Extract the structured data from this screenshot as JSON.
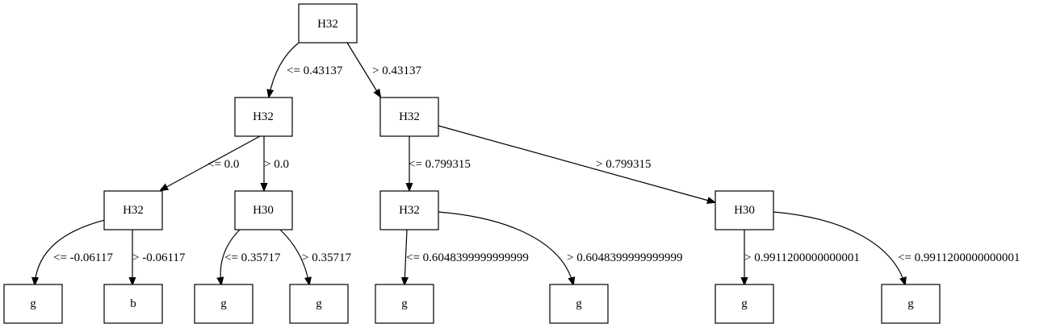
{
  "nodes": [
    {
      "id": "n0",
      "label": "H32"
    },
    {
      "id": "n1",
      "label": "H32"
    },
    {
      "id": "n2",
      "label": "H32"
    },
    {
      "id": "n3",
      "label": "H32"
    },
    {
      "id": "n4",
      "label": "H30"
    },
    {
      "id": "n5",
      "label": "H32"
    },
    {
      "id": "n6",
      "label": "H30"
    },
    {
      "id": "n7",
      "label": "g"
    },
    {
      "id": "n8",
      "label": "b"
    },
    {
      "id": "n9",
      "label": "g"
    },
    {
      "id": "n10",
      "label": "g"
    },
    {
      "id": "n11",
      "label": "g"
    },
    {
      "id": "n12",
      "label": "g"
    },
    {
      "id": "n13",
      "label": "g"
    },
    {
      "id": "n14",
      "label": "g"
    }
  ],
  "edges": [
    {
      "id": "e0",
      "from": "n0",
      "to": "n1",
      "label": "<= 0.43137"
    },
    {
      "id": "e1",
      "from": "n0",
      "to": "n2",
      "label": "> 0.43137"
    },
    {
      "id": "e2",
      "from": "n1",
      "to": "n3",
      "label": "<= 0.0"
    },
    {
      "id": "e3",
      "from": "n1",
      "to": "n4",
      "label": "> 0.0"
    },
    {
      "id": "e4",
      "from": "n2",
      "to": "n5",
      "label": "<= 0.799315"
    },
    {
      "id": "e5",
      "from": "n2",
      "to": "n6",
      "label": "> 0.799315"
    },
    {
      "id": "e6",
      "from": "n3",
      "to": "n7",
      "label": "<= -0.06117"
    },
    {
      "id": "e7",
      "from": "n3",
      "to": "n8",
      "label": "> -0.06117"
    },
    {
      "id": "e8",
      "from": "n4",
      "to": "n9",
      "label": "<= 0.35717"
    },
    {
      "id": "e9",
      "from": "n4",
      "to": "n10",
      "label": "> 0.35717"
    },
    {
      "id": "e10",
      "from": "n5",
      "to": "n11",
      "label": "<= 0.6048399999999999"
    },
    {
      "id": "e11",
      "from": "n5",
      "to": "n12",
      "label": "> 0.6048399999999999"
    },
    {
      "id": "e12",
      "from": "n6",
      "to": "n13",
      "label": "> 0.9911200000000001"
    },
    {
      "id": "e13",
      "from": "n6",
      "to": "n14",
      "label": "<= 0.9911200000000001"
    }
  ]
}
